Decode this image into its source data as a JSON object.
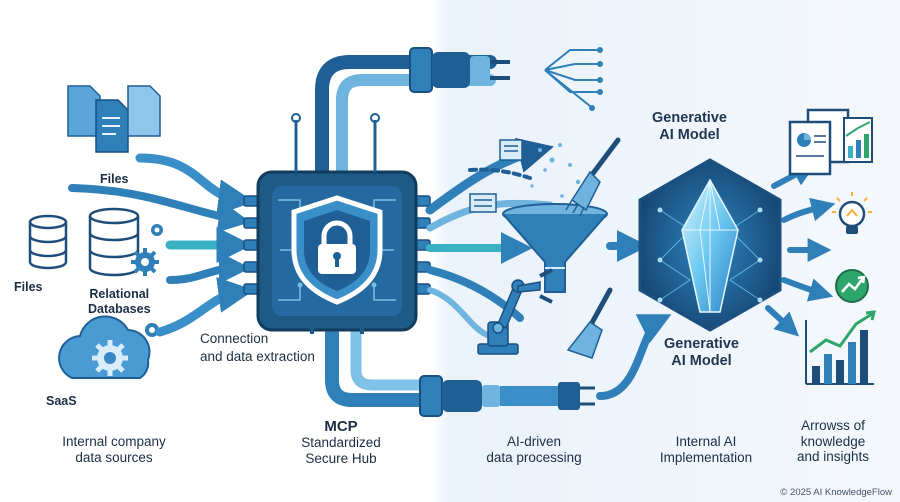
{
  "labels": {
    "files_top": "Files",
    "files_db": "Files",
    "relational": "Relational",
    "databases": "Databases",
    "saas": "SaaS",
    "connection_1": "Connection",
    "connection_2": "and data extraction",
    "gen_top_1": "Generative",
    "gen_top_2": "AI Model",
    "gen_bottom_1": "Generative",
    "gen_bottom_2": "AI Model"
  },
  "columns": {
    "col1_1": "Internal company",
    "col1_2": "data sources",
    "col2_1": "MCP",
    "col2_2": "Standardized",
    "col2_3": "Secure Hub",
    "col3_1": "AI-driven",
    "col3_2": "data processing",
    "col4_1": "Internal AI",
    "col4_2": "Implementation",
    "col5_1": "Arrowss of",
    "col5_2": "knowledge",
    "col5_3": "and insights"
  },
  "footer": {
    "copyright": "© 2025 AI KnowledgeFlow"
  },
  "colors": {
    "dark_blue": "#1f4d7a",
    "mid_blue": "#2f7fb8",
    "light_blue": "#6fb3df",
    "teal": "#3ab0c3",
    "green": "#2ea56b",
    "chip": "#1e5a86"
  },
  "icons": [
    "file-icon",
    "database-icon",
    "gear-icon",
    "cloud-icon",
    "shield-icon",
    "lock-icon",
    "plug-icon",
    "funnel-icon",
    "broom-icon",
    "robot-arm-icon",
    "crystal-icon",
    "report-icon",
    "lightbulb-icon",
    "growth-icon",
    "bar-chart-icon"
  ]
}
